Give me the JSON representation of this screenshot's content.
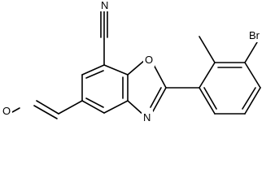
{
  "molecule": {
    "atoms": {
      "o_formyl": "O",
      "n_nitrile": "N",
      "o_ring": "O",
      "n_ring": "N",
      "bromine": "Br"
    }
  }
}
